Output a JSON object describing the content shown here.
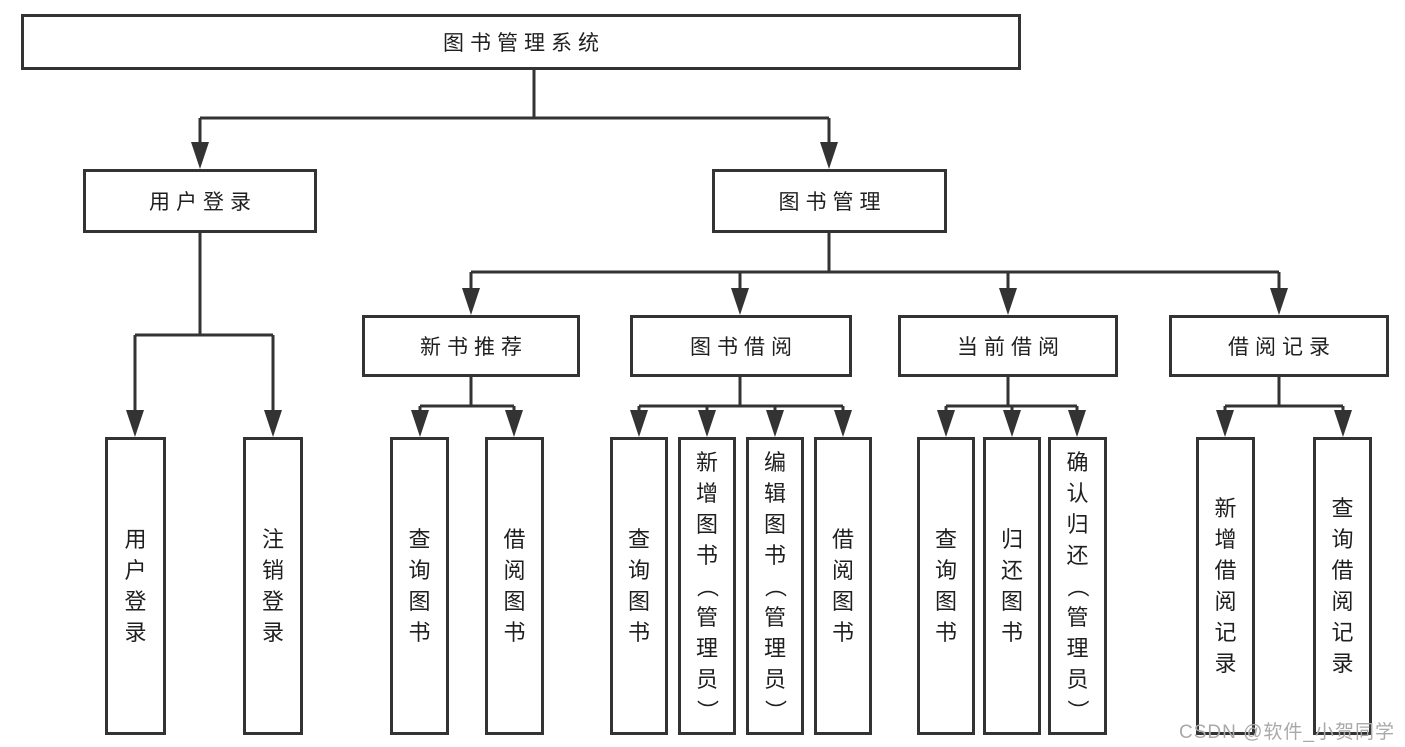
{
  "nodes": {
    "root": "图书管理系统",
    "user_login": "用户登录",
    "book_management": "图书管理",
    "new_book_recommend": "新书推荐",
    "book_borrow": "图书借阅",
    "current_borrow": "当前借阅",
    "borrow_records": "借阅记录",
    "leaf_user_login": "用户登录",
    "leaf_logout": "注销登录",
    "leaf_query_books_a": "查询图书",
    "leaf_borrow_books_a": "借阅图书",
    "leaf_query_books_b": "查询图书",
    "leaf_add_books_admin": "新增图书（管理员）",
    "leaf_edit_books_admin": "编辑图书（管理员）",
    "leaf_borrow_books_b": "借阅图书",
    "leaf_query_books_c": "查询图书",
    "leaf_return_books": "归还图书",
    "leaf_confirm_return_admin": "确认归还（管理员）",
    "leaf_add_borrow_record": "新增借阅记录",
    "leaf_query_borrow_record": "查询借阅记录"
  },
  "hierarchy": {
    "图书管理系统": [
      "用户登录",
      "图书管理"
    ],
    "用户登录": [
      "用户登录",
      "注销登录"
    ],
    "图书管理": [
      "新书推荐",
      "图书借阅",
      "当前借阅",
      "借阅记录"
    ],
    "新书推荐": [
      "查询图书",
      "借阅图书"
    ],
    "图书借阅": [
      "查询图书",
      "新增图书（管理员）",
      "编辑图书（管理员）",
      "借阅图书"
    ],
    "当前借阅": [
      "查询图书",
      "归还图书",
      "确认归还（管理员）"
    ],
    "借阅记录": [
      "新增借阅记录",
      "查询借阅记录"
    ]
  },
  "watermark": "CSDN @软件_小贺同学",
  "colors": {
    "line": "#333333",
    "text": "#1f1f1f",
    "watermark": "#a9a9a9"
  }
}
